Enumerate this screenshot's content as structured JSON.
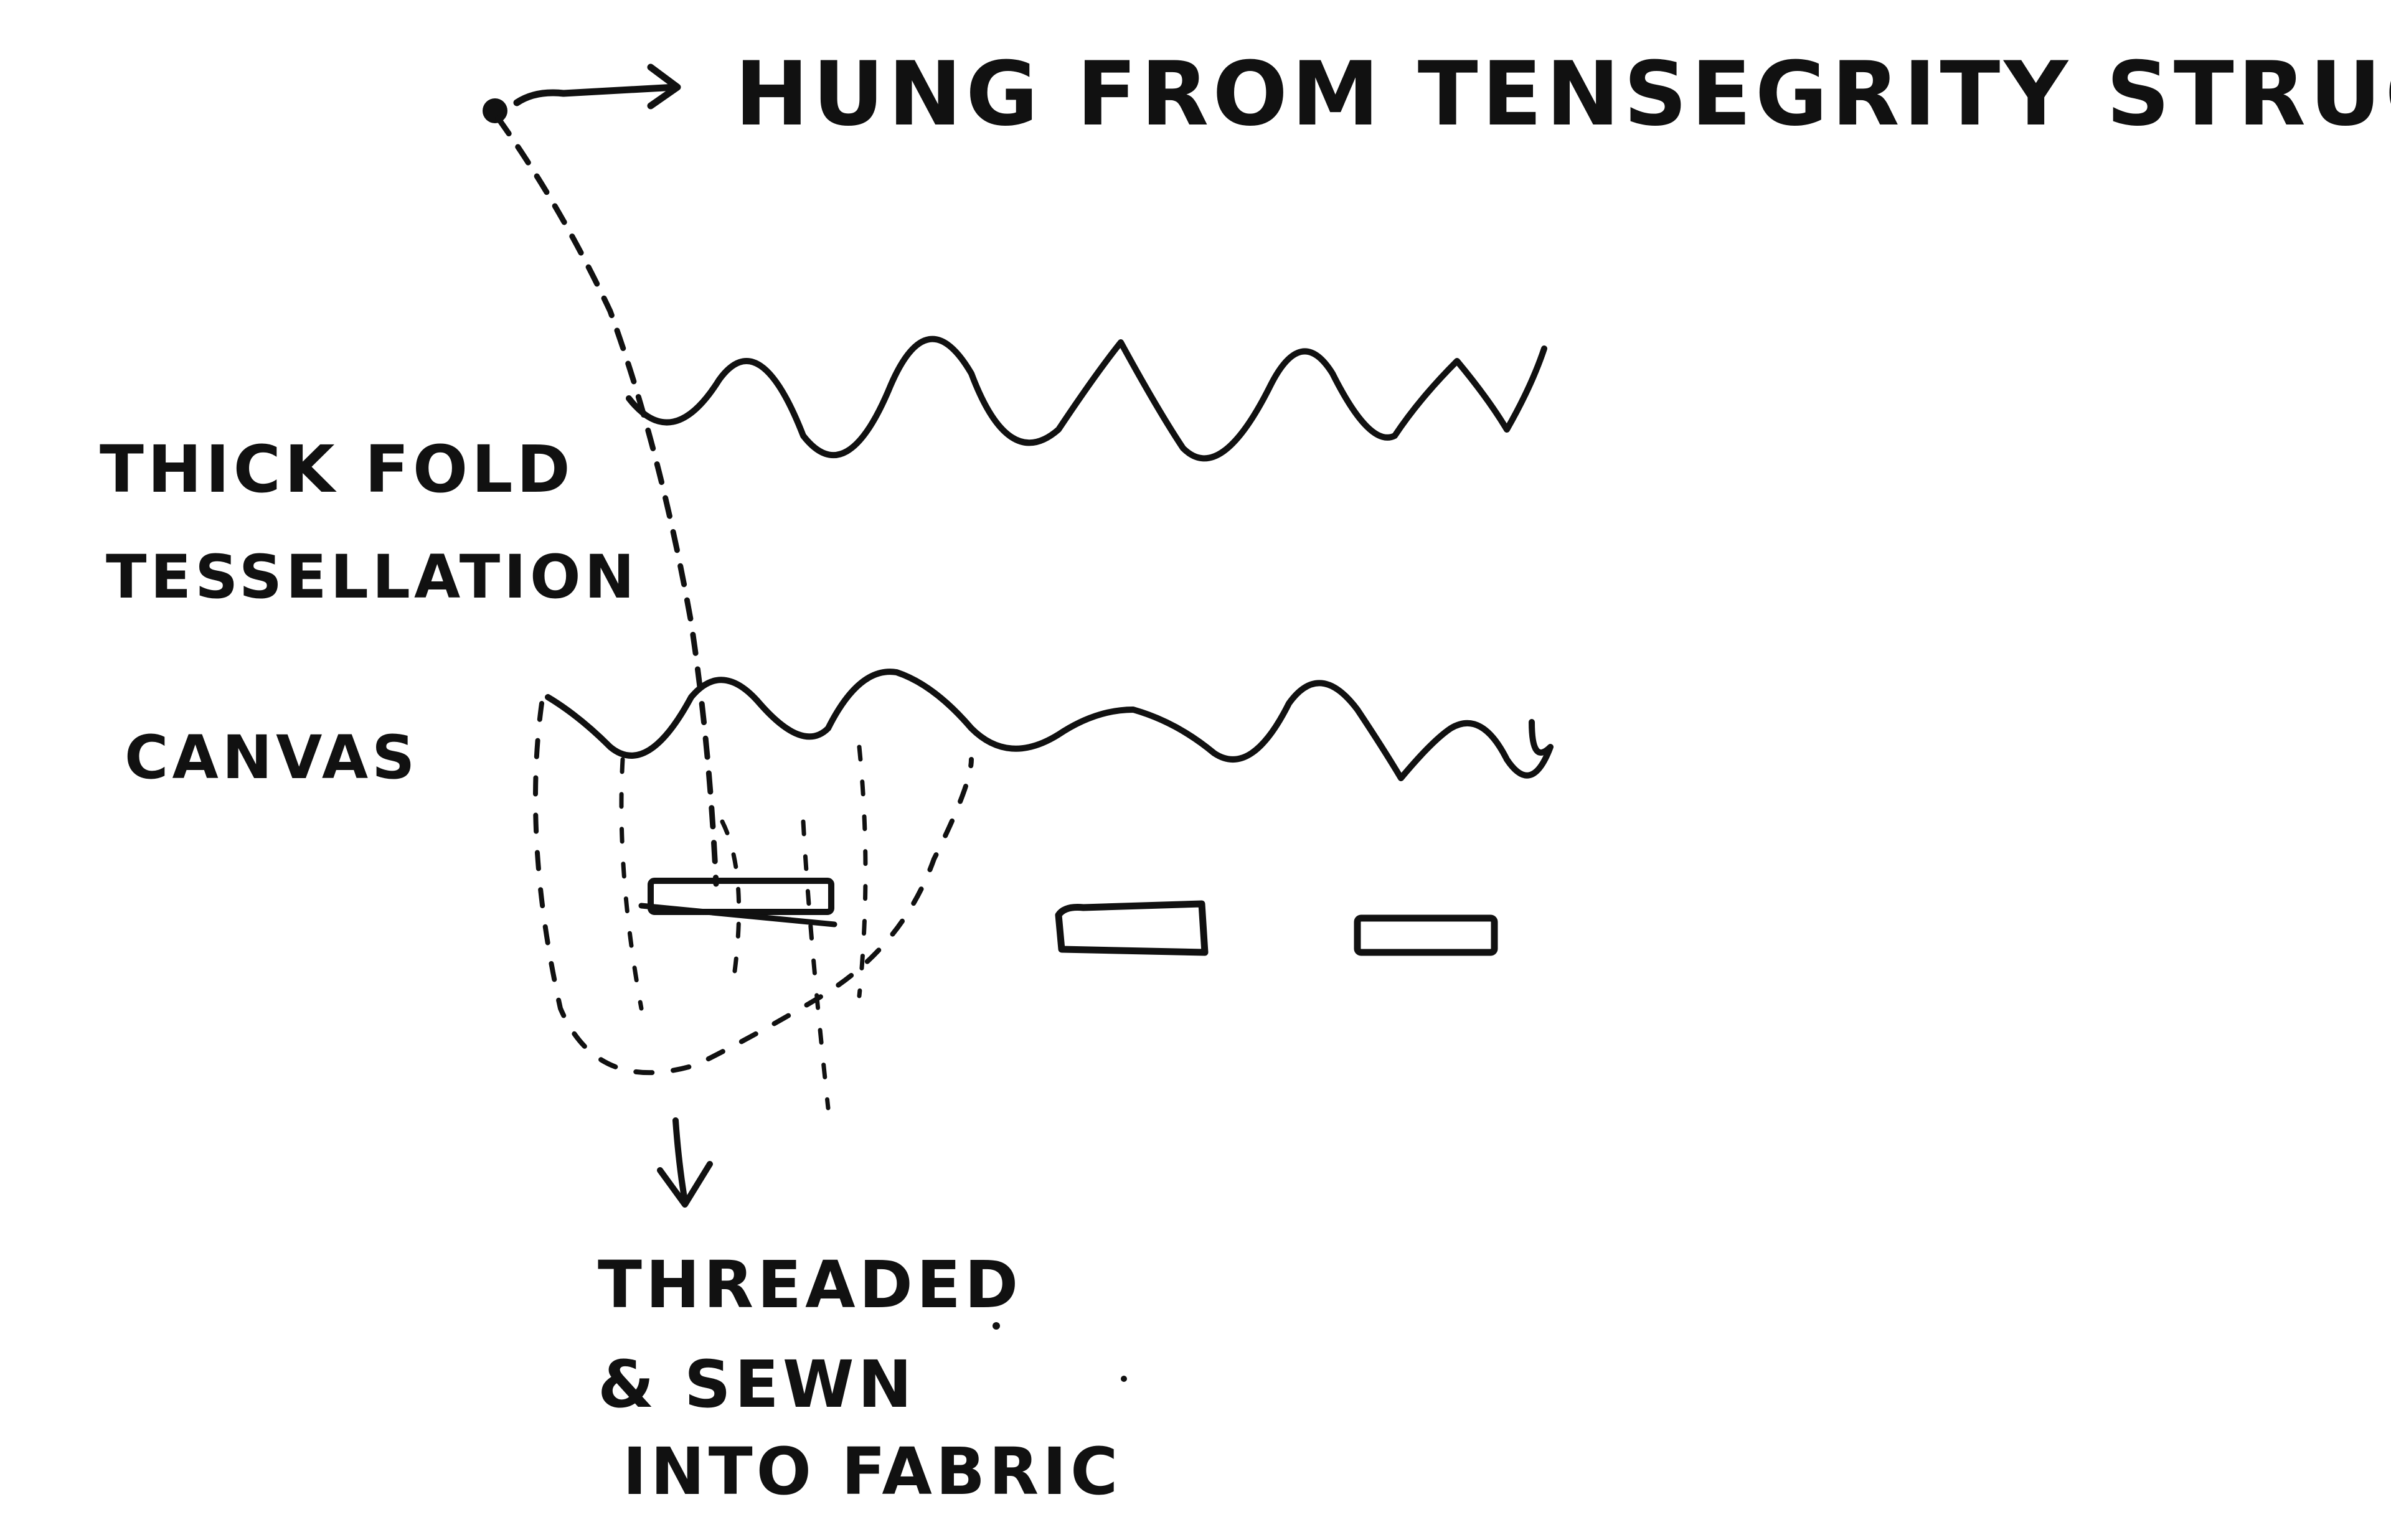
{
  "diagram": {
    "ink_color": "#111111",
    "background": "#ffffff",
    "labels": {
      "hung": "HUNG FROM TENSEGRITY STRUCTURE",
      "thick_fold_1": "THICK FOLD",
      "thick_fold_2": "TESSELLATION",
      "canvas": "CANVAS",
      "threaded_1": "THREADED",
      "threaded_2": "& SEWN",
      "threaded_3": "INTO FABRIC"
    }
  }
}
